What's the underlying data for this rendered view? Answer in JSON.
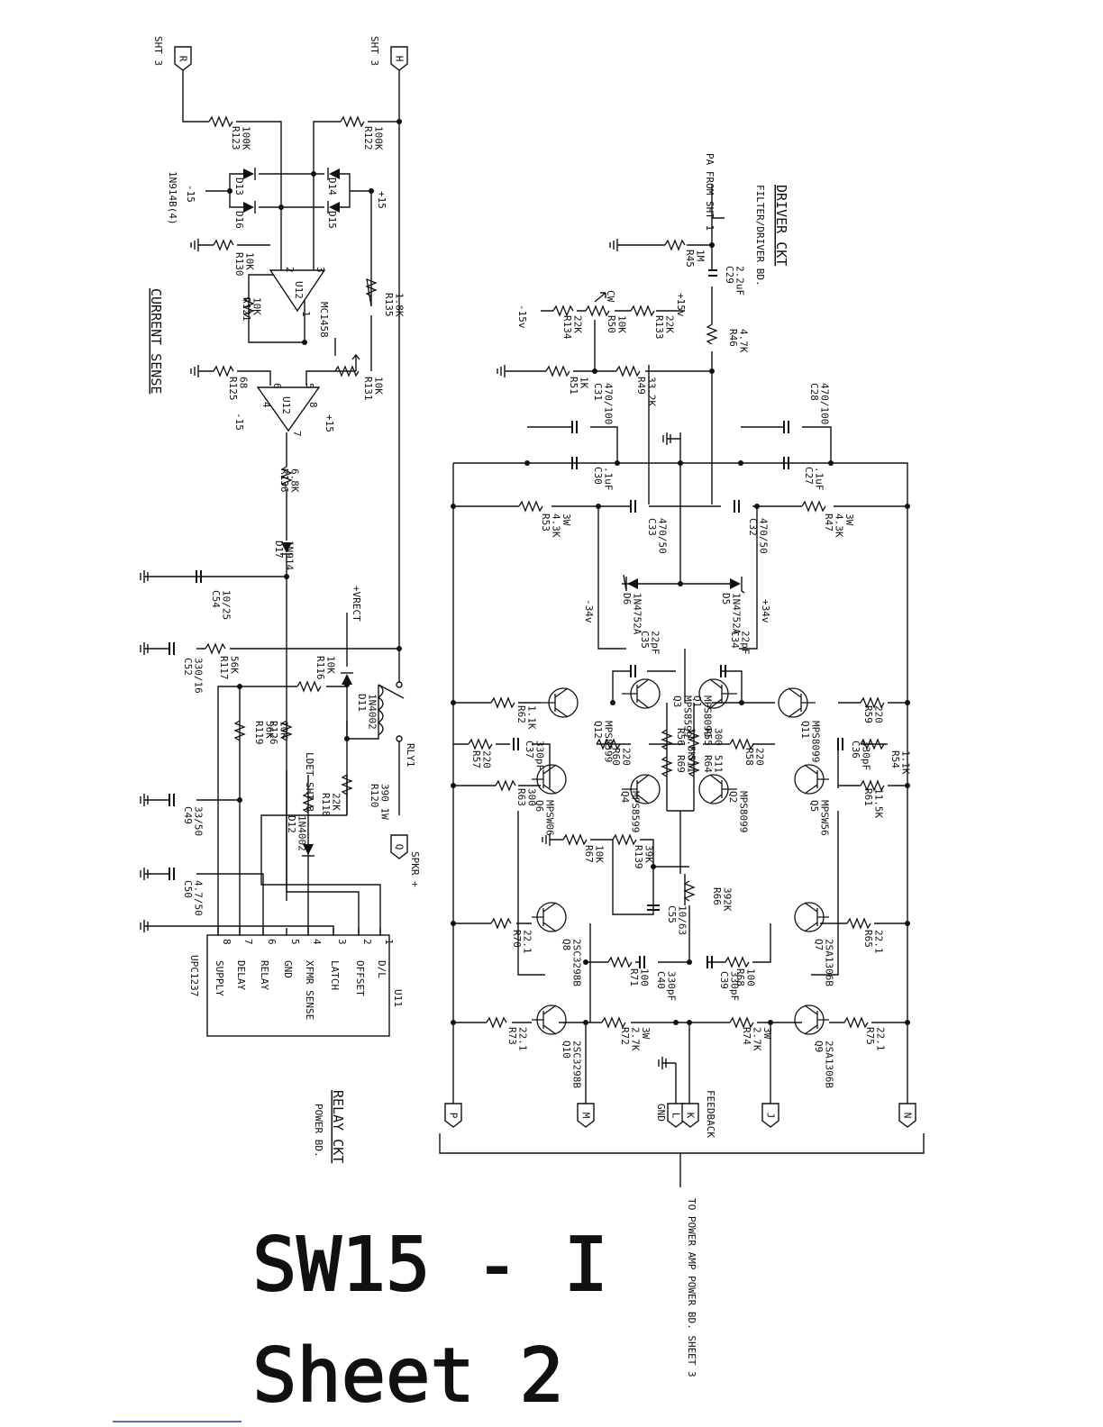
{
  "titles": {
    "driver": "DRIVER CKT",
    "driver_sub": "FILTER/DRIVER BD.",
    "current": "CURRENT SENSE",
    "relay": "RELAY CKT",
    "relay_sub": "POWER BD."
  },
  "stamp": {
    "line1": "SW15 - I",
    "line2": "Sheet 2"
  },
  "offsheet": {
    "pa_from": "PA\nFROM SHT 1",
    "to_power": "TO POWER AMP\nPOWER BD.\nSHEET 3",
    "sht3_r": "SHT 3",
    "sht3_h": "SHT 3",
    "ldet": "LDET\nSHT 3",
    "spkr": "SPKR +",
    "gnd": "GND",
    "feedback": "FEEDBACK"
  },
  "connectors": [
    "R",
    "H",
    "Q",
    "P",
    "M",
    "L",
    "K",
    "J",
    "N"
  ],
  "rails": {
    "pos15": "+15",
    "neg15": "-15",
    "pos15v": "+15v",
    "neg15v": "-15v",
    "pos34": "+34v",
    "neg34": "-34v",
    "vrect": "+VRECT",
    "cw": "CW"
  },
  "ic": {
    "u11_ref": "U11",
    "u11_part": "UPC1237",
    "u12_ref": "U12",
    "u12_part": "MC1458",
    "u11_pins": [
      {
        "num": "1",
        "name": "D/L"
      },
      {
        "num": "2",
        "name": "OFFSET"
      },
      {
        "num": "3",
        "name": "LATCH"
      },
      {
        "num": "4",
        "name": "XFMR SENSE"
      },
      {
        "num": "5",
        "name": "GND"
      },
      {
        "num": "6",
        "name": "RELAY"
      },
      {
        "num": "7",
        "name": "DELAY"
      },
      {
        "num": "8",
        "name": "SUPPLY"
      }
    ],
    "u12a_pins": [
      "2",
      "3",
      "1"
    ],
    "u12b_pins": [
      "6",
      "5",
      "7",
      "4",
      "8"
    ]
  },
  "relay": {
    "ref": "RLY1"
  },
  "diodes": [
    {
      "ref": "D13",
      "value": ""
    },
    {
      "ref": "D14",
      "value": ""
    },
    {
      "ref": "D15",
      "value": ""
    },
    {
      "ref": "D16",
      "value": ""
    },
    {
      "ref": "",
      "value": "1N914B(4)"
    },
    {
      "ref": "D17",
      "value": "1N914"
    },
    {
      "ref": "D11",
      "value": "1N4002"
    },
    {
      "ref": "D12",
      "value": "1N4002"
    },
    {
      "ref": "D5",
      "value": "1N4752A"
    },
    {
      "ref": "D6",
      "value": "1N4752A"
    }
  ],
  "resistors": [
    {
      "ref": "R123",
      "value": "100K"
    },
    {
      "ref": "R122",
      "value": "100K"
    },
    {
      "ref": "R130",
      "value": "10K"
    },
    {
      "ref": "R121",
      "value": "10K"
    },
    {
      "ref": "R135",
      "value": "1.8K"
    },
    {
      "ref": "R131",
      "value": "10K"
    },
    {
      "ref": "R125",
      "value": "68"
    },
    {
      "ref": "R136",
      "value": "6.8K"
    },
    {
      "ref": "R117",
      "value": "56K"
    },
    {
      "ref": "R116",
      "value": "10K"
    },
    {
      "ref": "R119",
      "value": "56K"
    },
    {
      "ref": "R126",
      "value": "10K"
    },
    {
      "ref": "R118",
      "value": "22K"
    },
    {
      "ref": "R120",
      "value": "390 1W"
    },
    {
      "ref": "R45",
      "value": "1M"
    },
    {
      "ref": "R46",
      "value": "4.7K"
    },
    {
      "ref": "R133",
      "value": "22K"
    },
    {
      "ref": "R50",
      "value": "10K"
    },
    {
      "ref": "R134",
      "value": "22K"
    },
    {
      "ref": "R49",
      "value": "33.2K"
    },
    {
      "ref": "R51",
      "value": "1K"
    },
    {
      "ref": "R53",
      "value": "4.3K\n3W"
    },
    {
      "ref": "R47",
      "value": "4.3K\n3W"
    },
    {
      "ref": "R62",
      "value": "1.1K"
    },
    {
      "ref": "R59",
      "value": "220"
    },
    {
      "ref": "R57",
      "value": "220"
    },
    {
      "ref": "R54",
      "value": "1.1K"
    },
    {
      "ref": "R63",
      "value": "300"
    },
    {
      "ref": "R61",
      "value": "11.5K"
    },
    {
      "ref": "R60",
      "value": "220"
    },
    {
      "ref": "R58",
      "value": "220"
    },
    {
      "ref": "R56",
      "value": "11.5K"
    },
    {
      "ref": "R55",
      "value": "300"
    },
    {
      "ref": "R69",
      "value": "511"
    },
    {
      "ref": "R64",
      "value": "511"
    },
    {
      "ref": "R67",
      "value": "10K"
    },
    {
      "ref": "R139",
      "value": "39K"
    },
    {
      "ref": "R66",
      "value": "392K"
    },
    {
      "ref": "R70",
      "value": "22.1"
    },
    {
      "ref": "R65",
      "value": "22.1"
    },
    {
      "ref": "R71",
      "value": "100"
    },
    {
      "ref": "R68",
      "value": "100"
    },
    {
      "ref": "R73",
      "value": "22.1"
    },
    {
      "ref": "R72",
      "value": "2.7K\n3W"
    },
    {
      "ref": "R74",
      "value": "2.7K\n3W"
    },
    {
      "ref": "R75",
      "value": "22.1"
    }
  ],
  "capacitors": [
    {
      "ref": "C54",
      "value": "10/25"
    },
    {
      "ref": "C52",
      "value": "330/16"
    },
    {
      "ref": "C49",
      "value": "33/50"
    },
    {
      "ref": "C50",
      "value": "4.7/50"
    },
    {
      "ref": "C29",
      "value": "2.2uF"
    },
    {
      "ref": "C31",
      "value": "470/100"
    },
    {
      "ref": "C28",
      "value": "470/100"
    },
    {
      "ref": "C30",
      "value": ".1uF"
    },
    {
      "ref": "C27",
      "value": ".1uF"
    },
    {
      "ref": "C33",
      "value": "470/50"
    },
    {
      "ref": "C32",
      "value": "470/50"
    },
    {
      "ref": "C35",
      "value": "22pF"
    },
    {
      "ref": "C34",
      "value": "22pF"
    },
    {
      "ref": "C37",
      "value": "330pF"
    },
    {
      "ref": "C36",
      "value": "330pF"
    },
    {
      "ref": "C55",
      "value": "10/63"
    },
    {
      "ref": "C40",
      "value": "330pF"
    },
    {
      "ref": "C39",
      "value": "330pF"
    }
  ],
  "transistors": [
    {
      "ref": "Q12",
      "part": "MPS8599"
    },
    {
      "ref": "Q3",
      "part": "MPS8599"
    },
    {
      "ref": "Q1",
      "part": "MPS8099"
    },
    {
      "ref": "Q11",
      "part": "MPS8099"
    },
    {
      "ref": "Q6",
      "part": "MPSW06"
    },
    {
      "ref": "Q4",
      "part": "MPS8599"
    },
    {
      "ref": "Q2",
      "part": "MPS8099"
    },
    {
      "ref": "Q5",
      "part": "MPSW56"
    },
    {
      "ref": "Q8",
      "part": "2SC3298B"
    },
    {
      "ref": "Q7",
      "part": "2SA1306B"
    },
    {
      "ref": "Q10",
      "part": "2SC3298B"
    },
    {
      "ref": "Q9",
      "part": "2SA1306B"
    }
  ]
}
